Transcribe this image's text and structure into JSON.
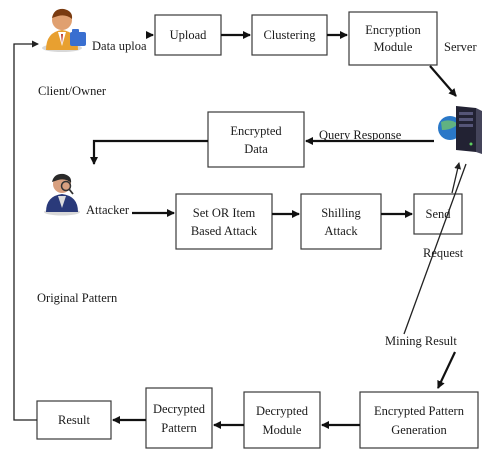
{
  "nodes": {
    "upload": "Upload",
    "clustering": "Clustering",
    "encryption_module": [
      "Encryption",
      "Module"
    ],
    "encrypted_data": [
      "Encrypted",
      "Data"
    ],
    "set_or_item_attack": [
      "Set OR Item",
      "Based Attack"
    ],
    "shilling_attack": [
      "Shilling",
      "Attack"
    ],
    "send": "Send",
    "encrypted_pattern_generation": [
      "Encrypted Pattern",
      "Generation"
    ],
    "decrypted_module": [
      "Decrypted",
      "Module"
    ],
    "decrypted_pattern": [
      "Decrypted",
      "Pattern"
    ],
    "result": "Result"
  },
  "labels": {
    "data_upload": "Data uploa",
    "client_owner": "Client/Owner",
    "server": "Server",
    "query_response": "Query Response",
    "attacker": "Attacker",
    "request": "Request",
    "original_pattern": "Original Pattern",
    "mining_result": "Mining Result"
  },
  "icons": {
    "owner": "user-icon",
    "server": "server-icon",
    "attacker": "attacker-icon"
  },
  "colors": {
    "owner_face": "#e0a070",
    "owner_hair": "#7a3b10",
    "owner_body": "#e8a030",
    "owner_folder": "#3a6fd0",
    "attacker_body": "#2a3a7a",
    "server_globe": "#2a78c8",
    "server_tower": "#222233"
  }
}
